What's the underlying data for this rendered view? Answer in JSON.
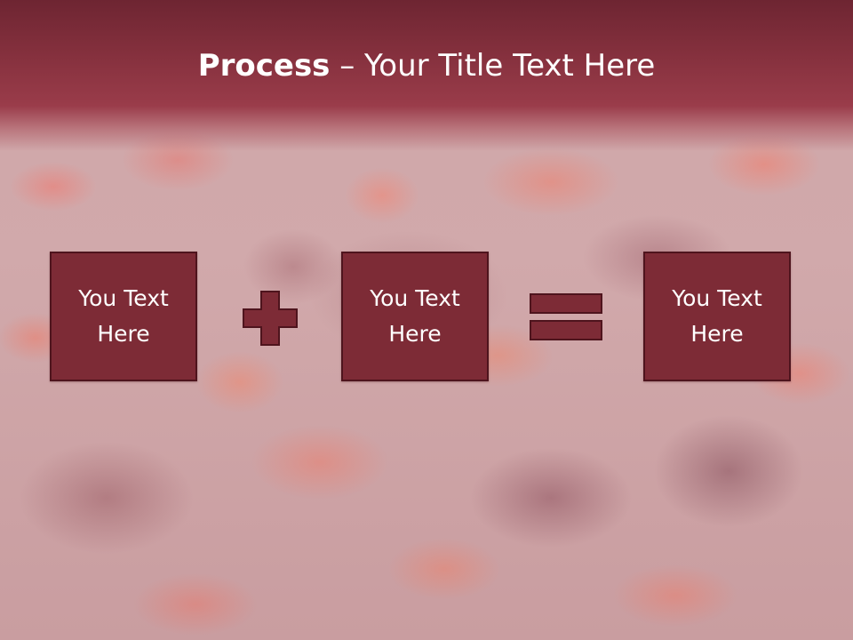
{
  "slide": {
    "title_bold": "Process",
    "title_rest": " – Your Title Text Here"
  },
  "boxes": [
    {
      "text": "You Text Here"
    },
    {
      "text": "You Text Here"
    },
    {
      "text": "You Text Here"
    }
  ],
  "operators": {
    "first": "plus-icon",
    "second": "equals-icon"
  },
  "colors": {
    "title_bar": "#84303d",
    "box_fill": "#7d2b36",
    "box_border": "#4e141d",
    "background": "#cfa9ab"
  }
}
